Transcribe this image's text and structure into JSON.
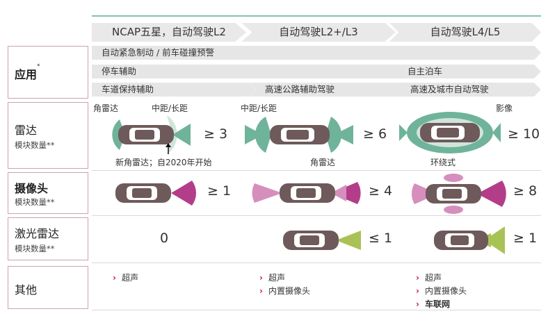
{
  "header": {
    "stage1": "NCAP五星，自动驾驶L2",
    "stage2": "自动驾驶L2+/L3",
    "stage3": "自动驾驶L4/L5"
  },
  "application": {
    "label": "应用",
    "mark": "*",
    "bar1": "自动紧急制动 / 前车碰撞预警",
    "bar2a": "停车辅助",
    "bar2b": "自主泊车",
    "bar3a": "车道保持辅助",
    "bar3b": "高速公路辅助驾驶",
    "bar3c": "高速及城市自动驾驶"
  },
  "radar": {
    "label": "雷达",
    "sub": "模块数量**",
    "cap_corner": "角雷达",
    "cap_midlong1": "中距/长距",
    "cap_midlong2": "中距/长距",
    "cap_image": "影像",
    "cap_new": "新角雷达；自2020年开始",
    "cap_corner2": "角雷达",
    "cap_surround": "环绕式",
    "n1": "≥ 3",
    "n2": "≥ 6",
    "n3": "≥ 10"
  },
  "camera": {
    "label": "摄像头",
    "sub": "模块数量**",
    "n1": "≥ 1",
    "n2": "≥ 4",
    "n3": "≥ 8"
  },
  "lidar": {
    "label": "激光雷达",
    "sub": "模块数量**",
    "n1": "0",
    "n2": "≤ 1",
    "n3": "≥ 1"
  },
  "other": {
    "label": "其他",
    "c1": [
      "超声"
    ],
    "c2": [
      "超声",
      "内置摄像头"
    ],
    "c3": [
      "超声",
      "内置摄像头",
      "车联网"
    ]
  },
  "colors": {
    "radar": "#6fb39a",
    "radar_light": "#cfe5dc",
    "camera": "#b43d8a",
    "camera_light": "#d68fbd",
    "lidar": "#a8c256",
    "car": "#6e5a5a",
    "car_window": "#ffffff"
  }
}
